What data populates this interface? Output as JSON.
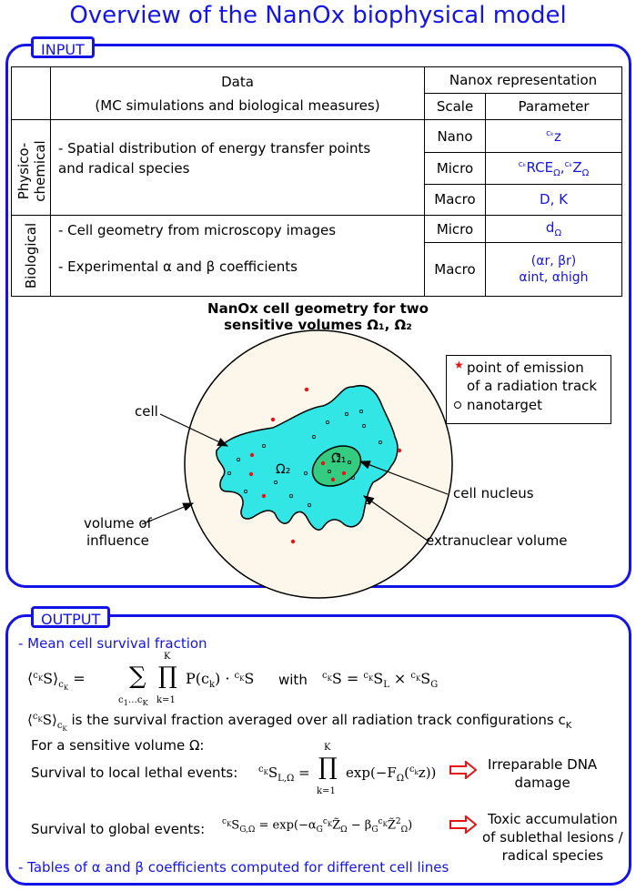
{
  "title": "Overview of the NanOx biophysical model",
  "input": {
    "tag": "INPUT",
    "table": {
      "data_header_line1": "Data",
      "data_header_line2": "(MC simulations and biological measures)",
      "nanox_header": "Nanox representation",
      "scale_header": "Scale",
      "param_header": "Parameter",
      "physico_label_line1": "Physico-",
      "physico_label_line2": "chemical",
      "physico_data_line1": "- Spatial distribution of energy transfer points",
      "physico_data_line2": "and radical species",
      "bio_label": "Biological",
      "bio_data_line1": "- Cell geometry from microscopy images",
      "bio_data_line2": "- Experimental α and β coefficients",
      "scale_nano": "Nano",
      "scale_micro": "Micro",
      "scale_macro": "Macro",
      "scale_micro_bio": "Micro",
      "scale_macro_bio": "Macro",
      "param_nano": "z",
      "param_nano_sup": "cₖ",
      "param_micro": "RCE",
      "param_micro_sub": "Ω",
      "param_micro2": "Z",
      "param_macro": "D, K",
      "param_micro_bio": "d",
      "param_micro_bio_sub": "Ω",
      "param_macro_bio_line1": "(αr, βr)",
      "param_macro_bio_line2": "αint, αhigh"
    },
    "geometry_title_line1": "NanOx cell geometry for two",
    "geometry_title_line2": "sensitive volumes Ω₁, Ω₂",
    "legend_line1": "point of emission",
    "legend_line2": "of a radiation track",
    "legend_line3": "nanotarget",
    "label_cell": "cell",
    "label_volume_line1": "volume of",
    "label_volume_line2": "influence",
    "label_nucleus": "cell nucleus",
    "label_extranuclear": "extranuclear volume",
    "label_omega1": "Ω₁",
    "label_omega2": "Ω₂"
  },
  "output": {
    "tag": "OUTPUT",
    "mean_survival": "- Mean cell survival fraction",
    "with_word": "with",
    "avg_text": "is the survival fraction averaged over all radiation track configurations c",
    "avg_sub": "K",
    "sensitive_volume": "For a sensitive volume Ω:",
    "local_label": "Survival to local lethal events:",
    "local_result_line1": "Irreparable DNA",
    "local_result_line2": "damage",
    "global_label": "Survival to global events:",
    "global_result_line1": "Toxic accumulation",
    "global_result_line2": "of sublethal lesions /",
    "global_result_line3": "radical species",
    "tables_text": "- Tables of α and β coefficients computed for different cell lines"
  },
  "colors": {
    "accent": "#1414e6",
    "cell": "#33e6e6",
    "nucleus": "#33cc80",
    "influence": "#fcf7ea",
    "emission": "#e61414",
    "arrow_outline": "#e61414"
  }
}
